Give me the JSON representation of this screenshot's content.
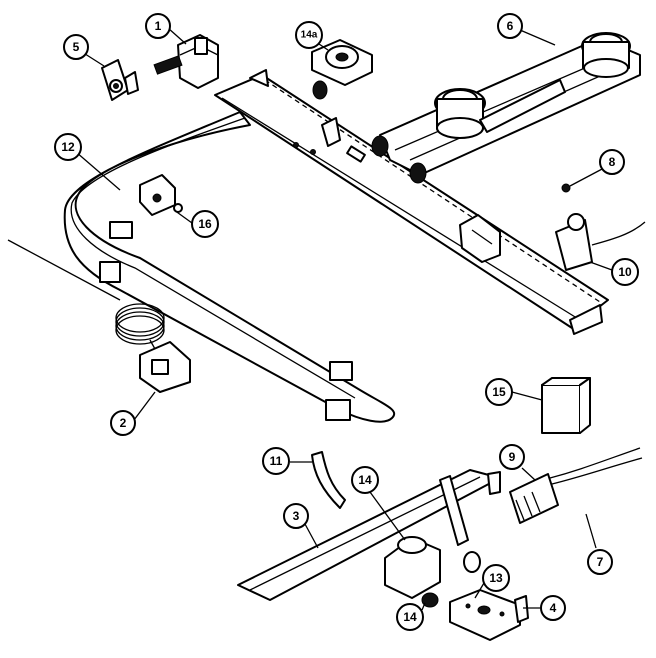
{
  "callouts": {
    "c1": "1",
    "c5": "5",
    "c14a": "14a",
    "c6": "6",
    "c12": "12",
    "c16": "16",
    "c8": "8",
    "c10": "10",
    "c2": "2",
    "c15": "15",
    "c11": "11",
    "c14_top": "14",
    "c9": "9",
    "c3": "3",
    "c7": "7",
    "c13": "13",
    "c14_bottom": "14",
    "c4": "4"
  }
}
